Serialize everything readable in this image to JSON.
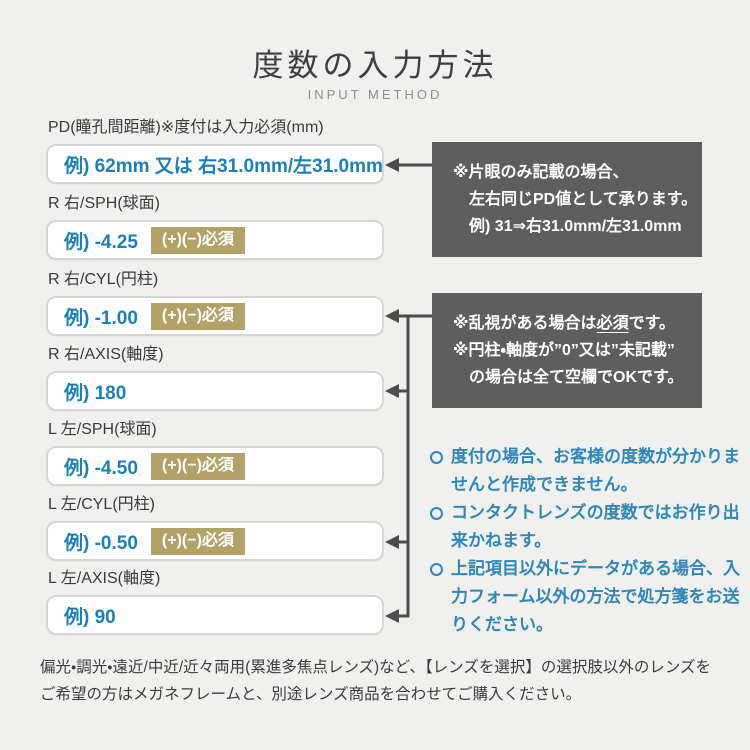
{
  "header": {
    "title": "度数の入力方法",
    "subtitle": "INPUT METHOD"
  },
  "fields": [
    {
      "label": "PD(瞳孔間距離)※度付は入力必須(mm)",
      "example": "例) 62mm 又は 右31.0mm/左31.0mm",
      "badge": ""
    },
    {
      "label": "R 右/SPH(球面)",
      "example": "例) -4.25",
      "badge": "(+)(−)必須"
    },
    {
      "label": "R 右/CYL(円柱)",
      "example": "例) -1.00",
      "badge": "(+)(−)必須"
    },
    {
      "label": "R 右/AXIS(軸度)",
      "example": "例) 180",
      "badge": ""
    },
    {
      "label": "L 左/SPH(球面)",
      "example": "例) -4.50",
      "badge": "(+)(−)必須"
    },
    {
      "label": "L 左/CYL(円柱)",
      "example": "例) -0.50",
      "badge": "(+)(−)必須"
    },
    {
      "label": "L 左/AXIS(軸度)",
      "example": "例) 90",
      "badge": ""
    }
  ],
  "callouts": {
    "pd_note": {
      "line1": "※片眼のみ記載の場合、",
      "line2": "左右同じPD値として承ります。",
      "line3": "例) 31⇒右31.0mm/左31.0mm"
    },
    "astigmatism_note": {
      "line1_pre": "※乱視がある場合は",
      "line1_em": "必須",
      "line1_post": "です。",
      "line2": "※円柱・軸度が”0”又は”未記載”",
      "line3": "の場合は全て空欄でOKです。"
    }
  },
  "notes": [
    "度付の場合、お客様の度数が分かりませんと作成できません。",
    "コンタクトレンズの度数ではお作り出来かねます。",
    "上記項目以外にデータがある場合、入力フォーム以外の方法で処方箋をお送りください。"
  ],
  "footer": {
    "text": "偏光・調光・遠近/中近/近々両用(累進多焦点レンズ)など、【レンズを選択】の選択肢以外のレンズをご希望の方はメガネフレームと、別途レンズ商品を合わせてご購入ください。"
  },
  "colors": {
    "background": "#f0f0ee",
    "accent_blue": "#1c7fb5",
    "note_blue": "#2f87b8",
    "badge_khaki": "#b3a267",
    "callout_gray": "#5e5e5e",
    "arrow_gray": "#4c4c4c"
  }
}
